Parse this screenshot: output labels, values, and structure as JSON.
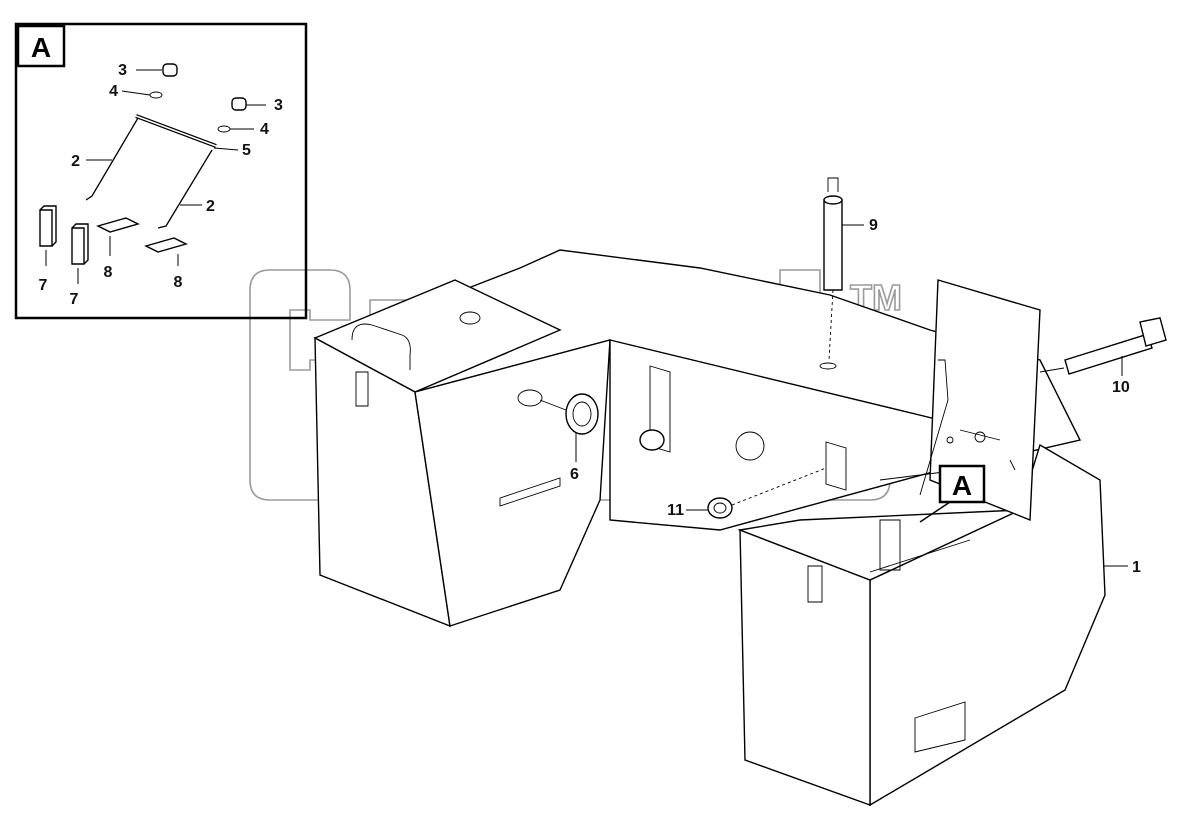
{
  "detail_view": {
    "badge": "A"
  },
  "callout_view": {
    "badge": "A"
  },
  "watermark": {
    "text": "TM"
  },
  "callouts": {
    "detail": {
      "c3a": "3",
      "c4a": "4",
      "c3b": "3",
      "c4b": "4",
      "c5": "5",
      "c2a": "2",
      "c2b": "2",
      "c7a": "7",
      "c7b": "7",
      "c8a": "8",
      "c8b": "8"
    },
    "main": {
      "c1": "1",
      "c6": "6",
      "c9": "9",
      "c10": "10",
      "c11": "11"
    }
  },
  "colors": {
    "line": "#000000",
    "watermark": "#9a9a9a",
    "background": "#ffffff"
  }
}
